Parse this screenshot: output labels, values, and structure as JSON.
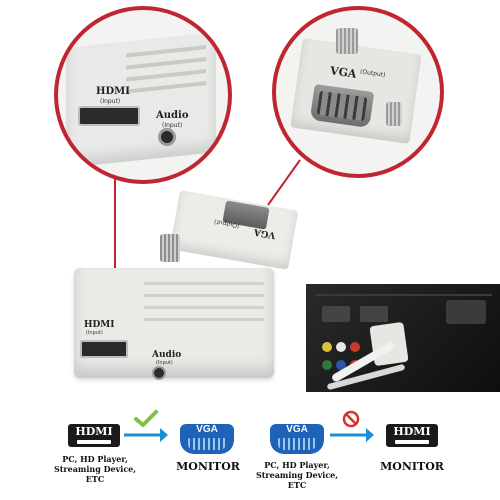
{
  "photo": {
    "device_hdmi_label": "HDMI",
    "device_hdmi_sub": "(Input)",
    "device_audio_label": "Audio",
    "device_audio_sub": "(Input)",
    "device_vga_label": "VGA",
    "device_vga_sub": "(Output)",
    "zoom_left_hdmi_label": "HDMI",
    "zoom_left_hdmi_sub": "(Input)",
    "zoom_left_audio_label": "Audio",
    "zoom_left_audio_sub": "(Input)",
    "zoom_right_vga_label": "VGA",
    "zoom_right_vga_sub": "(Output)"
  },
  "diagram": {
    "left": {
      "from_port": "HDMI",
      "from_caption_1": "PC, HD Player,",
      "from_caption_2": "Streaming Device,",
      "from_caption_3": "ETC",
      "to_port": "VGA",
      "to_caption": "MONITOR",
      "status_icon": "check-icon"
    },
    "right": {
      "from_port": "VGA",
      "from_caption_1": "PC, HD Player,",
      "from_caption_2": "Streaming Device,",
      "from_caption_3": "ETC",
      "to_port": "HDMI",
      "to_caption": "MONITOR",
      "status_icon": "prohibited-icon"
    }
  },
  "colors": {
    "accent_green": "#7cc242",
    "prohibited_red": "#d6342b",
    "vga_blue": "#1e63b8",
    "arrow_blue": "#1a8fd6",
    "zoom_ring": "#c0262f"
  }
}
